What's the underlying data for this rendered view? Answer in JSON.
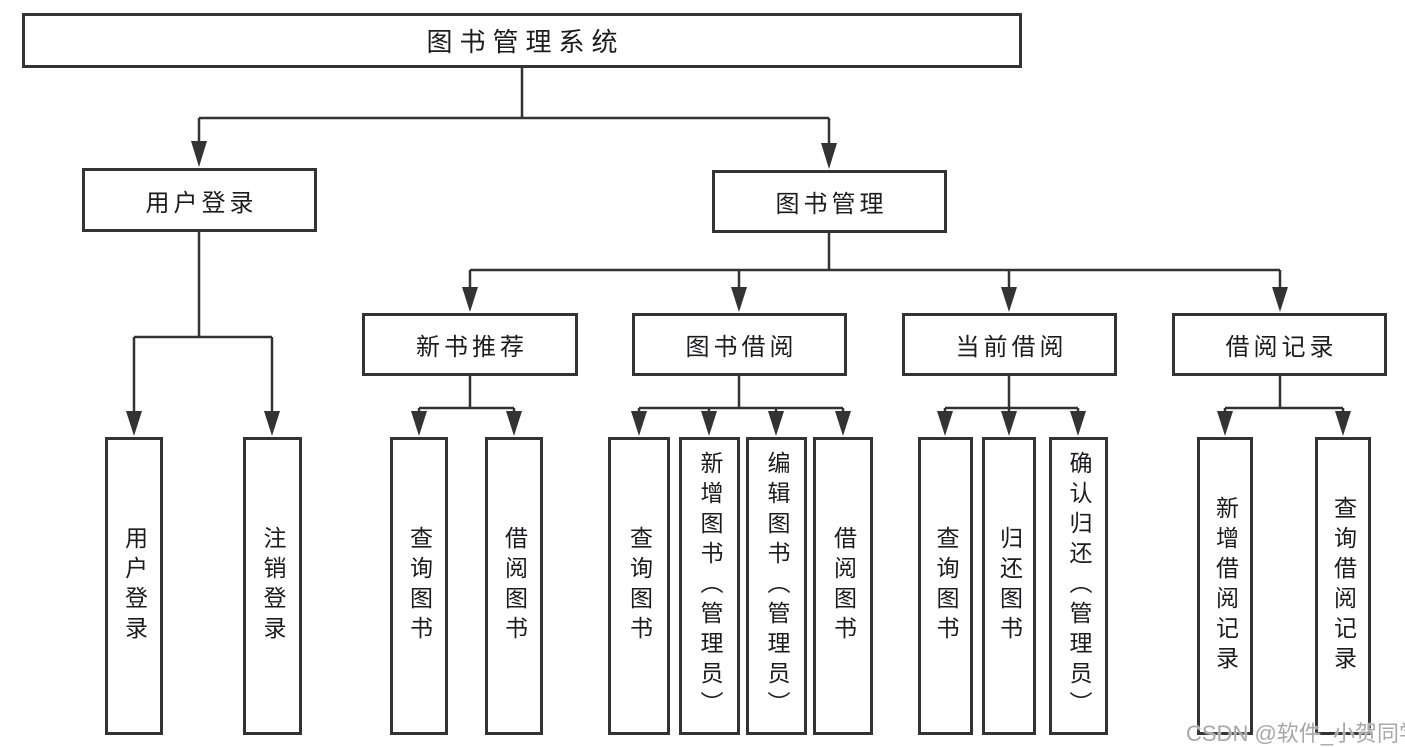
{
  "tree": {
    "root": {
      "label": "图书管理系统"
    },
    "branches": [
      {
        "label": "用户登录",
        "children": [
          {
            "label": "用户登录"
          },
          {
            "label": "注销登录"
          }
        ]
      },
      {
        "label": "图书管理",
        "children": [
          {
            "label": "新书推荐",
            "children": [
              {
                "label": "查询图书"
              },
              {
                "label": "借阅图书"
              }
            ]
          },
          {
            "label": "图书借阅",
            "children": [
              {
                "label": "查询图书"
              },
              {
                "label": "新增图书（管理员）"
              },
              {
                "label": "编辑图书（管理员）"
              },
              {
                "label": "借阅图书"
              }
            ]
          },
          {
            "label": "当前借阅",
            "children": [
              {
                "label": "查询图书"
              },
              {
                "label": "归还图书"
              },
              {
                "label": "确认归还（管理员）"
              }
            ]
          },
          {
            "label": "借阅记录",
            "children": [
              {
                "label": "新增借阅记录"
              },
              {
                "label": "查询借阅记录"
              }
            ]
          }
        ]
      }
    ]
  },
  "watermark": {
    "text": "CSDN @软件_小贺同学"
  },
  "colors": {
    "line": "#333333",
    "text": "#1c1c1e",
    "background": "#ffffff",
    "watermark": "#a8a8a8"
  }
}
